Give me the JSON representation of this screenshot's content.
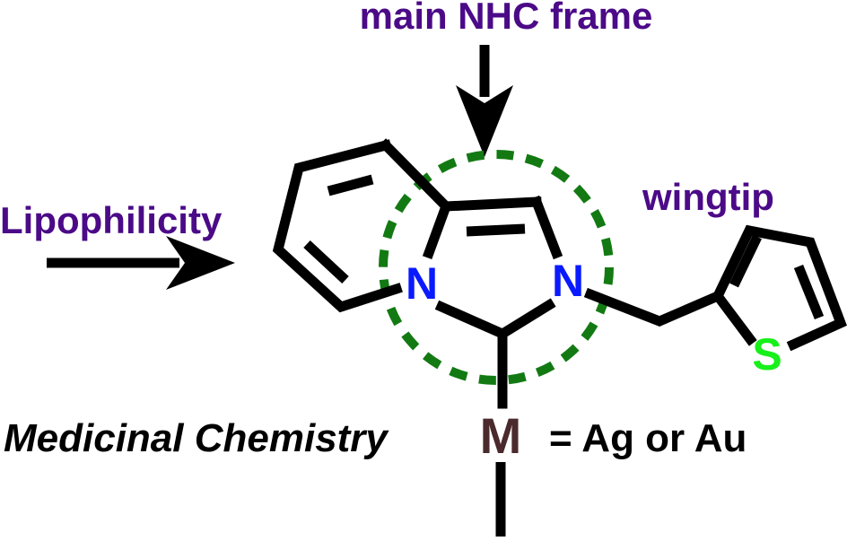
{
  "labels": {
    "frame": "main NHC frame",
    "lipophilicity": "Lipophilicity",
    "wingtip": "wingtip",
    "medicinal": "Medicinal Chemistry",
    "metal_equals": "= Ag or Au"
  },
  "atoms": {
    "n_left": "N",
    "n_right": "N",
    "sulfur": "S",
    "metal": "M"
  },
  "colors": {
    "label": "#4b0a87",
    "nitrogen": "#0a1aff",
    "sulfur": "#17f01a",
    "metal": "#4a2a2c",
    "highlight": "#137a13",
    "bond": "#000000"
  }
}
